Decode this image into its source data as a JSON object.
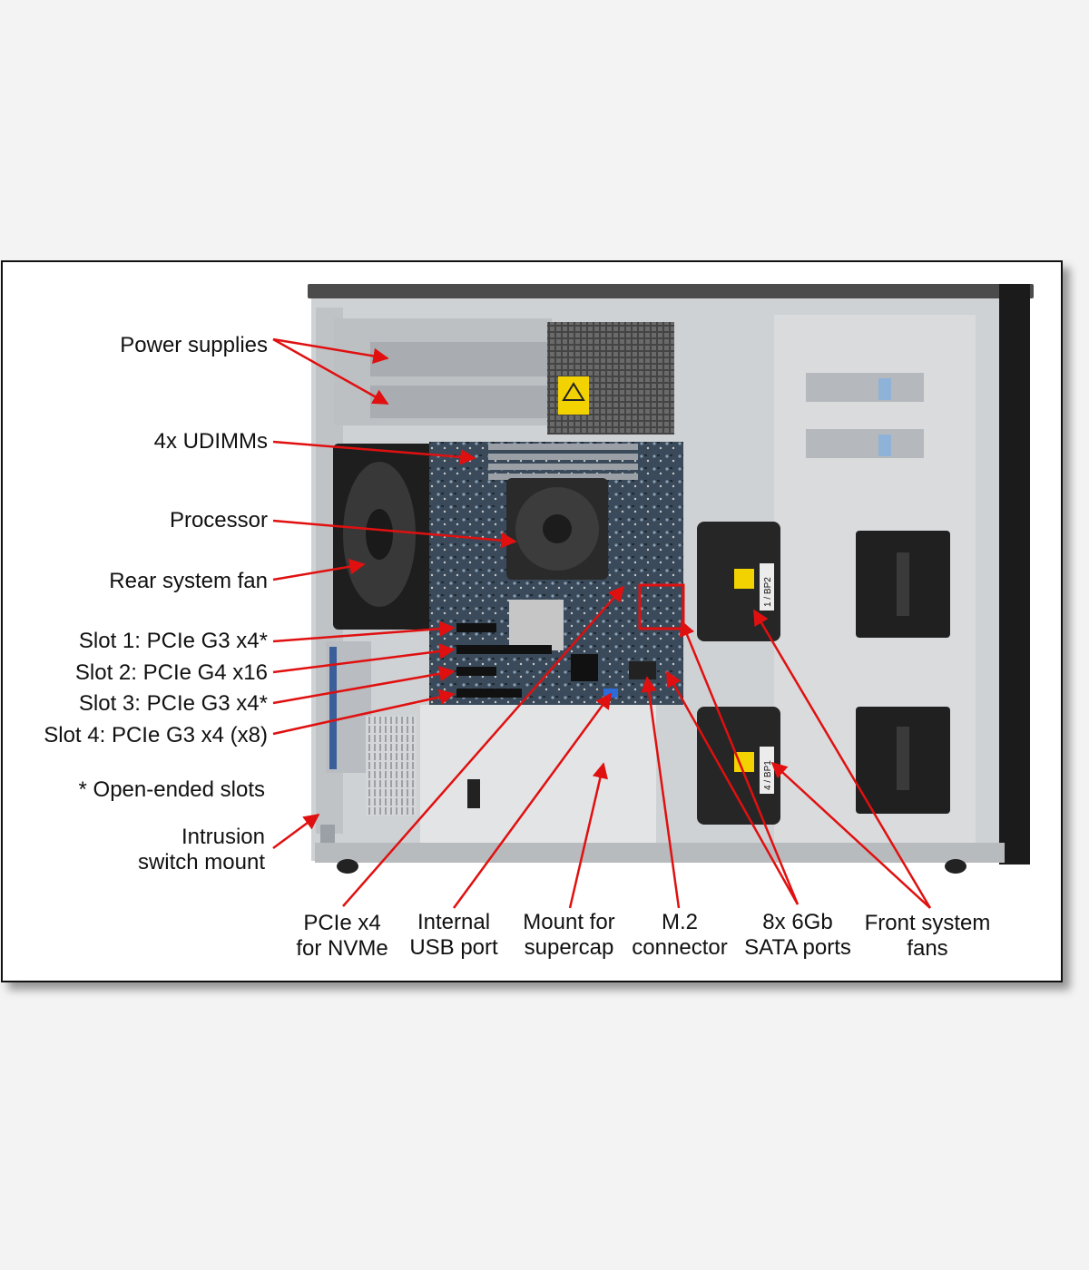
{
  "colors": {
    "page_background": "#f3f3f3",
    "callout_arrow": "#e01010",
    "highlight_box": "#e01010",
    "chassis_metal": "#cfd2d4",
    "motherboard": "#3b4a5a",
    "bezel": "#1b1b1b"
  },
  "labels": {
    "power_supplies": "Power supplies",
    "udimms": "4x UDIMMs",
    "processor": "Processor",
    "rear_fan": "Rear system fan",
    "slot1": "Slot 1: PCIe G3 x4*",
    "slot2": "Slot 2: PCIe G4 x16",
    "slot3": "Slot 3: PCIe G3 x4*",
    "slot4": "Slot 4: PCIe G3 x4 (x8)",
    "open_ended_note": "* Open-ended slots",
    "intrusion_line1": "Intrusion",
    "intrusion_line2": "switch mount",
    "pcie_nvme_line1": "PCIe x4",
    "pcie_nvme_line2": "for NVMe",
    "usb_line1": "Internal",
    "usb_line2": "USB port",
    "supercap_line1": "Mount for",
    "supercap_line2": "supercap",
    "m2_line1": "M.2",
    "m2_line2": "connector",
    "sata_line1": "8x 6Gb",
    "sata_line2": "SATA ports",
    "front_fans_line1": "Front system",
    "front_fans_line2": "fans"
  },
  "chassis_markings": {
    "fan_bp2": "1 / BP2",
    "fan_bp1": "4 / BP1"
  }
}
